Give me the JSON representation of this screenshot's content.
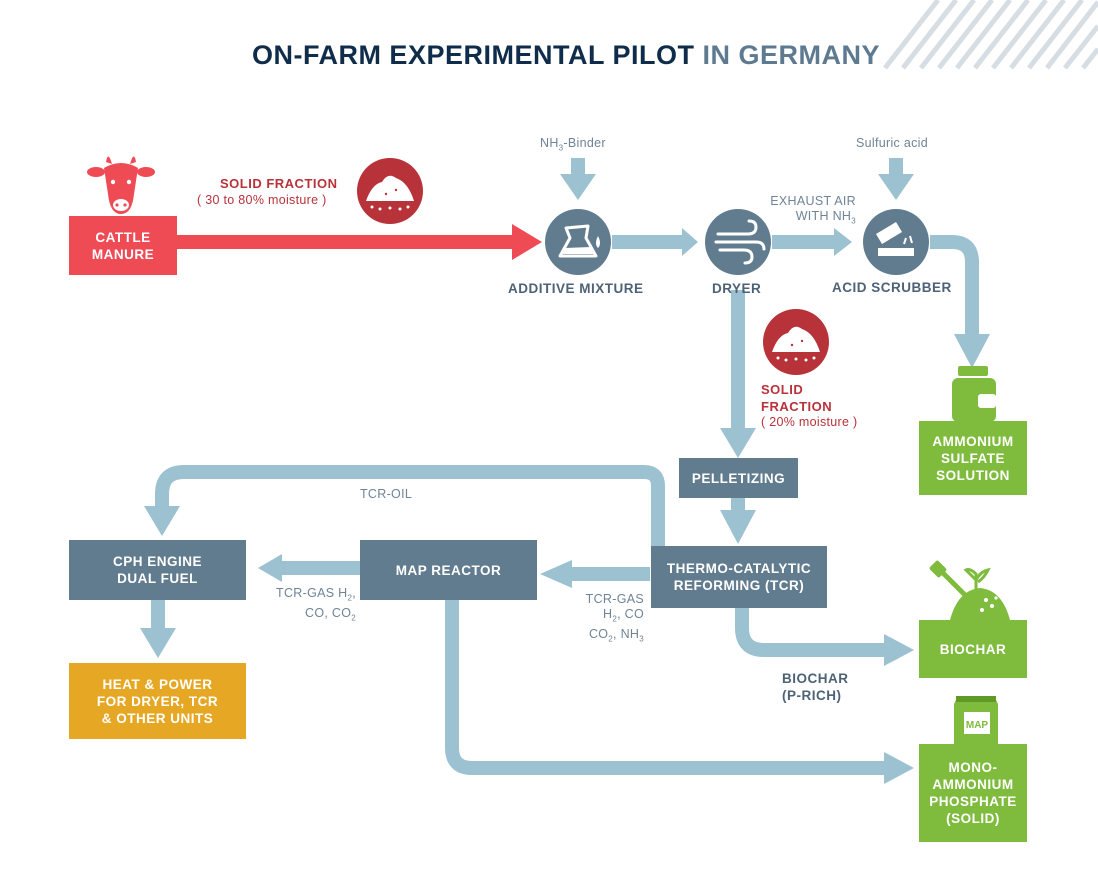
{
  "title": {
    "main": "ON-FARM EXPERIMENTAL PILOT",
    "accent": "IN GERMANY"
  },
  "boxes": {
    "cattle_manure": "CATTLE\nMANURE",
    "pelletizing": "PELLETIZING",
    "tcr": "THERMO-CATALYTIC\nREFORMING (TCR)",
    "map_reactor": "MAP REACTOR",
    "cph_engine": "CPH ENGINE\nDUAL FUEL",
    "heat_power": "HEAT & POWER\nFOR DRYER, TCR\n& OTHER UNITS",
    "ammonium_sulfate": "AMMONIUM\nSULFATE\nSOLUTION",
    "biochar": "BIOCHAR",
    "map_solid": "MONO-\nAMMONIUM\nPHOSPHATE\n(SOLID)"
  },
  "nodes": {
    "additive_mixture": "ADDITIVE MIXTURE",
    "dryer": "DRYER",
    "acid_scrubber": "ACID SCRUBBER"
  },
  "labels": {
    "solid_fraction_1": "SOLID FRACTION",
    "solid_fraction_1_note": "( 30 to 80% moisture )",
    "nh3_binder_pre": "NH",
    "nh3_binder_sub": "3",
    "nh3_binder_post": "-Binder",
    "sulfuric_acid": "Sulfuric acid",
    "exhaust_air_1": "EXHAUST AIR",
    "exhaust_air_2_pre": "WITH NH",
    "exhaust_air_2_sub": "3",
    "solid_fraction_2": "SOLID\nFRACTION",
    "solid_fraction_2_note": "( 20% moisture )",
    "tcr_oil": "TCR-OIL",
    "tcr_gas_left_1_pre": "TCR-GAS H",
    "tcr_gas_left_1_sub": "2",
    "tcr_gas_left_1_post": ",",
    "tcr_gas_left_2_pre": "CO, CO",
    "tcr_gas_left_2_sub": "2",
    "tcr_gas_right_1": "TCR-GAS",
    "tcr_gas_right_2_pre": "H",
    "tcr_gas_right_2_sub": "2",
    "tcr_gas_right_2_post": ", CO",
    "tcr_gas_right_3_a": "CO",
    "tcr_gas_right_3_sub1": "2",
    "tcr_gas_right_3_b": ", NH",
    "tcr_gas_right_3_sub2": "3",
    "biochar_prich": "BIOCHAR\n(P-RICH)",
    "map_bag": "MAP"
  },
  "colors": {
    "red": "#ef4b55",
    "dark_red": "#b8323a",
    "slate": "#627c8f",
    "pipe": "#9cc1d1",
    "green": "#7fbc3e",
    "orange": "#e6a824",
    "navy": "#0f2d4a"
  }
}
